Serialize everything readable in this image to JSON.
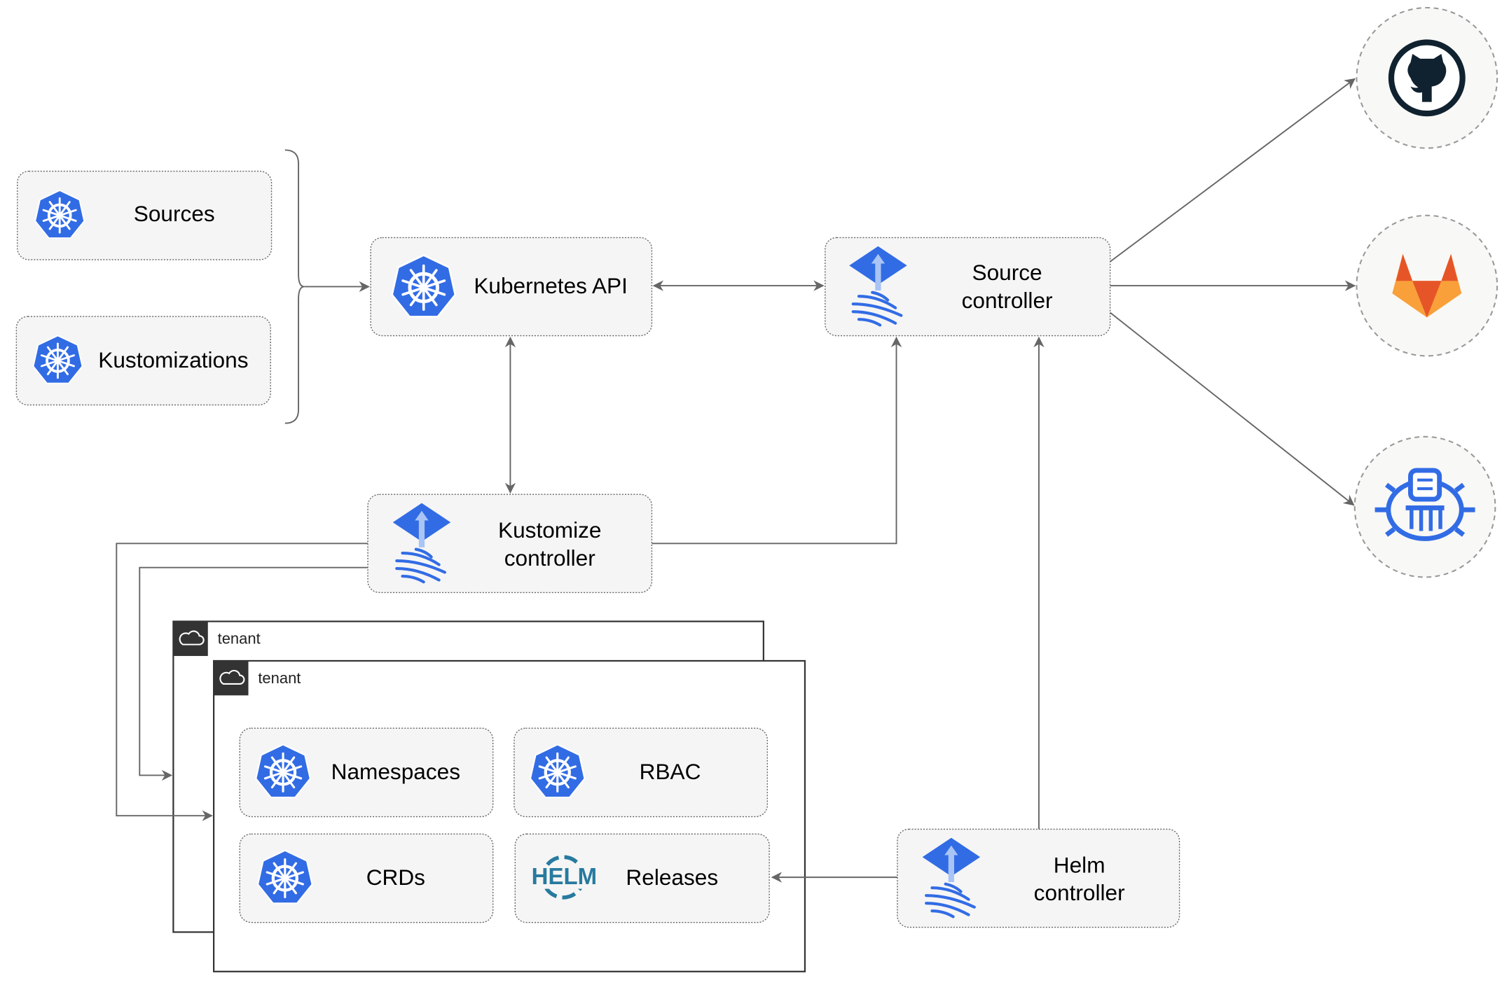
{
  "nodes": {
    "sources": "Sources",
    "kustomizations": "Kustomizations",
    "kubernetes_api": "Kubernetes API",
    "source_controller": [
      "Source",
      "controller"
    ],
    "kustomize_controller": [
      "Kustomize",
      "controller"
    ],
    "helm_controller": [
      "Helm",
      "controller"
    ],
    "namespaces": "Namespaces",
    "rbac": "RBAC",
    "crds": "CRDs",
    "releases": "Releases",
    "helm_logo_text": "HELM"
  },
  "tenants": [
    {
      "label": "tenant",
      "icon": "cloud-icon"
    },
    {
      "label": "tenant",
      "icon": "cloud-icon"
    }
  ],
  "external_sources": [
    "github-icon",
    "gitlab-icon",
    "bucket-icon"
  ],
  "colors": {
    "kubernetes_blue": "#326ce5",
    "box_fill": "#f5f5f5",
    "edge": "#666666",
    "github": "#10222f",
    "gitlab_red": "#e65528",
    "gitlab_orange": "#f9a03a"
  }
}
